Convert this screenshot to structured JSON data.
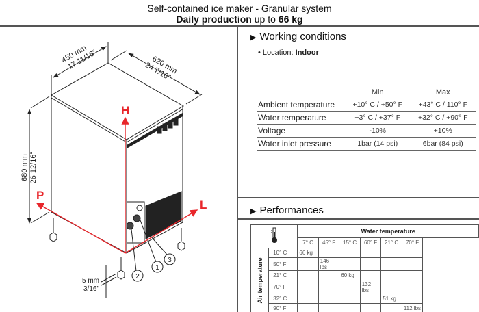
{
  "header": {
    "title": "Self-contained ice maker - Granular system",
    "subtitle_prefix": "Daily production",
    "subtitle_mid": " up to ",
    "subtitle_value": "66 kg"
  },
  "drawing": {
    "width_mm": "450 mm",
    "width_in": "17 11/16\"",
    "depth_mm": "620 mm",
    "depth_in": "24 7/16\"",
    "height_mm": "680 mm",
    "height_in": "26 12/16\"",
    "feet_mm": "5 mm",
    "feet_in": "3/16\"",
    "axis_h": "H",
    "axis_p": "P",
    "axis_l": "L",
    "callouts": [
      "1",
      "2",
      "3"
    ],
    "accent_color": "#e8262b"
  },
  "working_conditions": {
    "title": "Working conditions",
    "location_label": "Location:",
    "location_value": "Indoor",
    "col_min": "Min",
    "col_max": "Max",
    "rows": [
      {
        "label": "Ambient temperature",
        "min": "+10° C / +50° F",
        "max": "+43° C / 110° F"
      },
      {
        "label": "Water temperature",
        "min": "+3° C / +37° F",
        "max": "+32° C / +90° F"
      },
      {
        "label": "Voltage",
        "min": "-10%",
        "max": "+10%"
      },
      {
        "label": "Water inlet pressure",
        "min": "1bar (14 psi)",
        "max": "6bar (84 psi)"
      }
    ]
  },
  "performances": {
    "title": "Performances",
    "water_header": "Water temperature",
    "air_header": "Air temperature",
    "water_cols": [
      "7° C",
      "45° F",
      "15° C",
      "60° F",
      "21° C",
      "70° F"
    ],
    "rows": [
      {
        "label": "10° C",
        "cells": [
          "66 kg",
          "",
          "",
          "",
          "",
          ""
        ]
      },
      {
        "label": "50° F",
        "cells": [
          "",
          "146 lbs",
          "",
          "",
          "",
          ""
        ]
      },
      {
        "label": "21° C",
        "cells": [
          "",
          "",
          "60 kg",
          "",
          "",
          ""
        ]
      },
      {
        "label": "70° F",
        "cells": [
          "",
          "",
          "",
          "132 lbs",
          "",
          ""
        ]
      },
      {
        "label": "32° C",
        "cells": [
          "",
          "",
          "",
          "",
          "51 kg",
          ""
        ]
      },
      {
        "label": "90° F",
        "cells": [
          "",
          "",
          "",
          "",
          "",
          "112 lbs"
        ]
      }
    ]
  }
}
